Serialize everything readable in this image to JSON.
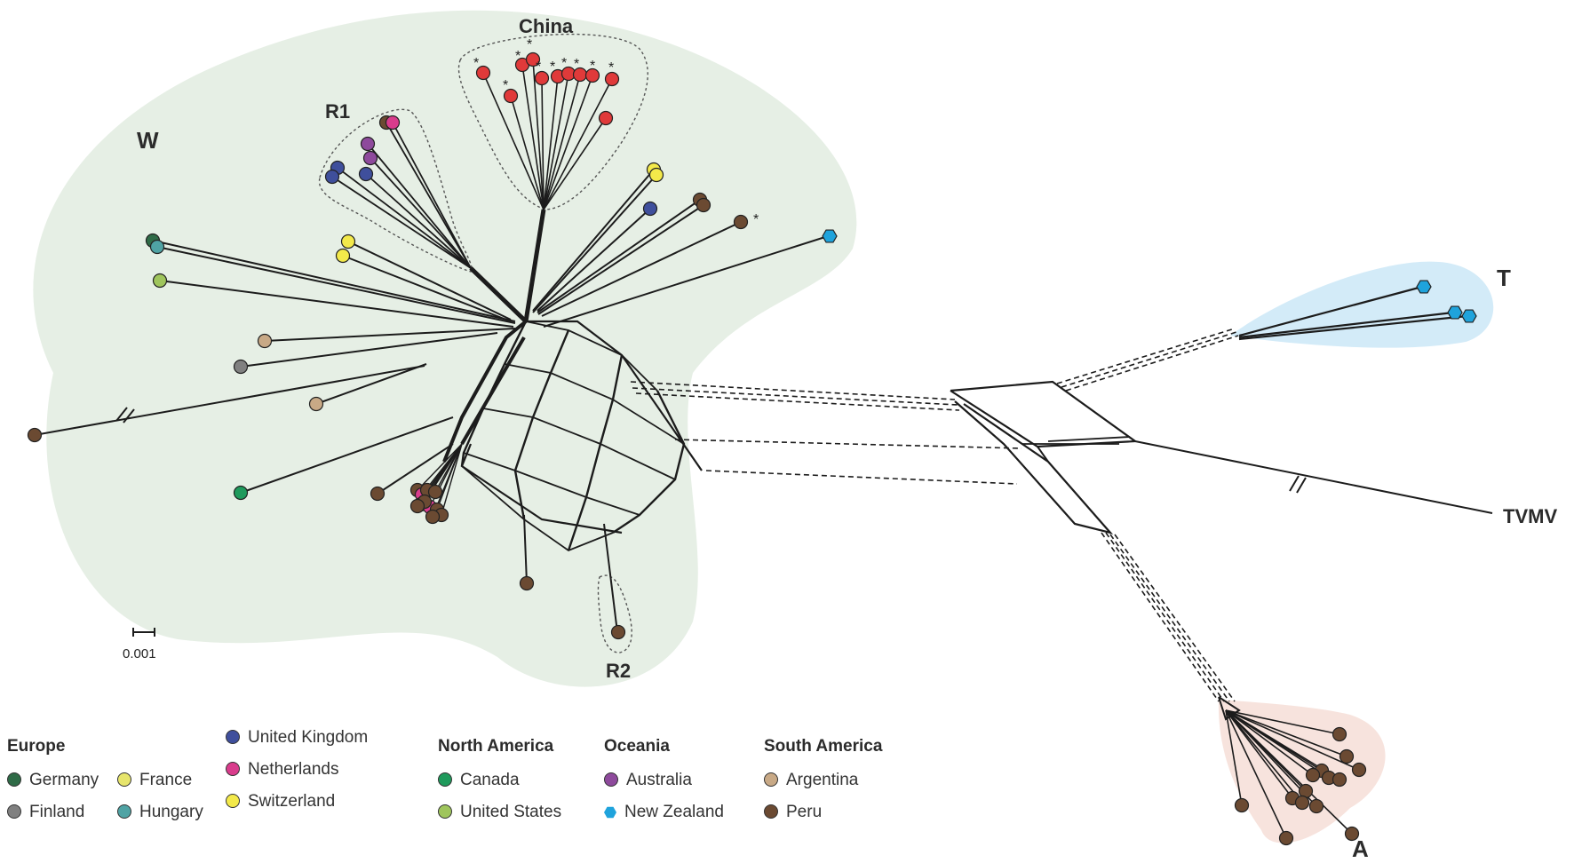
{
  "groups": {
    "W": "W",
    "T": "T",
    "A": "A",
    "R1": "R1",
    "R2": "R2",
    "China": "China",
    "TVMV": "TVMV"
  },
  "region_colors": {
    "W": "#e6efe5",
    "T": "#d3ebf8",
    "A": "#f7e3dd"
  },
  "scale_bar": {
    "label": "0.001"
  },
  "asterisk": "*",
  "legend": {
    "columns": [
      {
        "heading": "Europe",
        "items": [
          {
            "label": "Germany",
            "color": "#2f6b47",
            "shape": "circle"
          },
          {
            "label": "Finland",
            "color": "#808080",
            "shape": "circle"
          }
        ]
      },
      {
        "heading": "",
        "items": [
          {
            "label": "France",
            "color": "#e7e56c",
            "shape": "circle"
          },
          {
            "label": "Hungary",
            "color": "#4fa3a4",
            "shape": "circle"
          }
        ]
      },
      {
        "heading": "",
        "top_item": {
          "label": "United Kingdom",
          "color": "#3f4f9c",
          "shape": "circle"
        },
        "items": [
          {
            "label": "Netherlands",
            "color": "#d93c8c",
            "shape": "circle"
          },
          {
            "label": "Switzerland",
            "color": "#f3e94a",
            "shape": "circle"
          }
        ]
      },
      {
        "heading": "North America",
        "items": [
          {
            "label": "Canada",
            "color": "#1f9a5c",
            "shape": "circle"
          },
          {
            "label": "United States",
            "color": "#9fc55c",
            "shape": "circle"
          }
        ]
      },
      {
        "heading": "Oceania",
        "items": [
          {
            "label": "Australia",
            "color": "#8e4a9c",
            "shape": "circle"
          },
          {
            "label": "New Zealand",
            "color": "#1fa3dc",
            "shape": "hex"
          }
        ]
      },
      {
        "heading": "South America",
        "items": [
          {
            "label": "Argentina",
            "color": "#c8a986",
            "shape": "circle"
          },
          {
            "label": "Peru",
            "color": "#6b4a32",
            "shape": "circle"
          }
        ]
      }
    ]
  }
}
